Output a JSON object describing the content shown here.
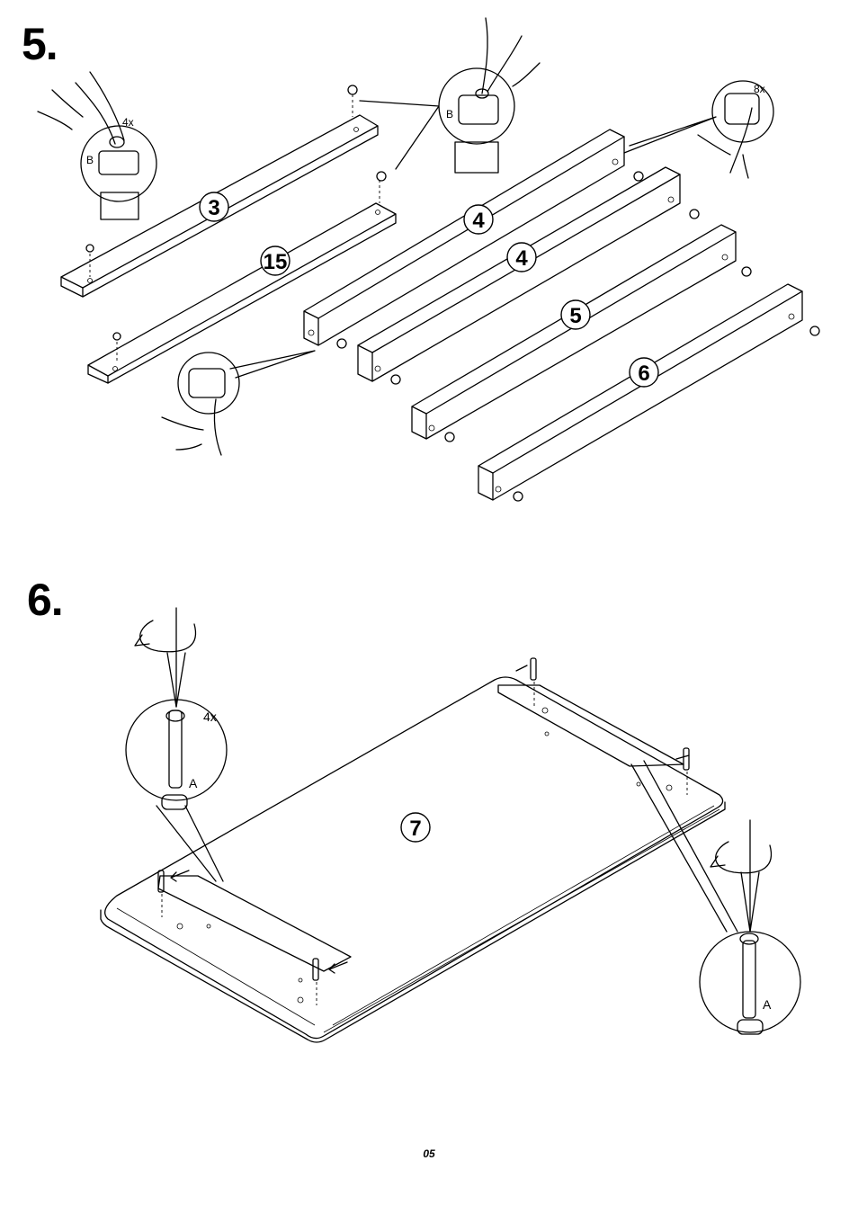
{
  "steps": [
    {
      "number": "5.",
      "quantity_top_left": "4x",
      "quantity_top_right": "8x",
      "fitting_letter": "B",
      "parts": [
        "3",
        "15",
        "4",
        "4",
        "5",
        "6"
      ]
    },
    {
      "number": "6.",
      "quantity_left": "4x",
      "fitting_letter": "A",
      "panel_label": "7"
    }
  ],
  "page_number": "05"
}
